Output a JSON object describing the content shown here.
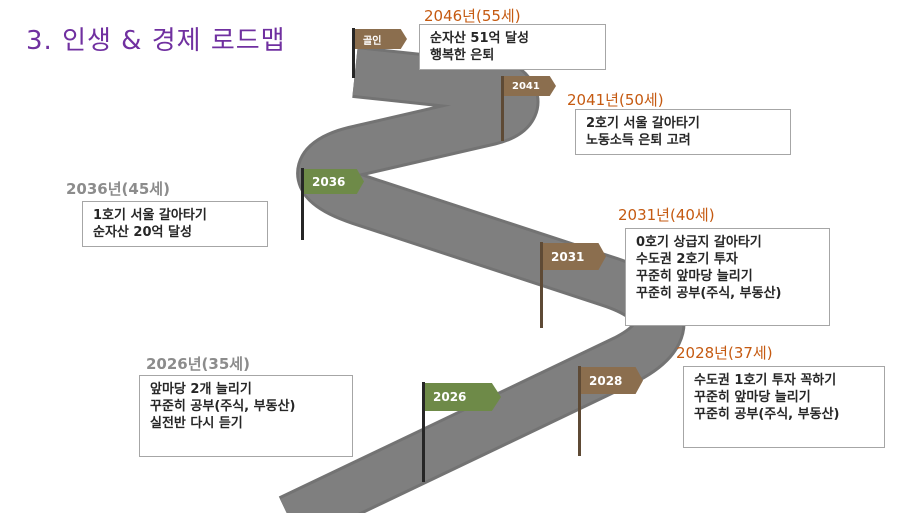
{
  "title": "3. 인생 & 경제 로드맵",
  "colors": {
    "road": "#737373",
    "accent_title": "#7030a0",
    "year_orange": "#c55a11",
    "year_gray": "#8c8c8c",
    "flag_brown": "#8b6e4e",
    "flag_green": "#6e8a48"
  },
  "milestones": [
    {
      "flag": "골인",
      "year": "2046년(55세)",
      "lines": [
        "순자산 51억 달성",
        "행복한 은퇴"
      ]
    },
    {
      "flag": "2041",
      "year": "2041년(50세)",
      "lines": [
        "2호기 서울 갈아타기",
        "노동소득 은퇴 고려"
      ]
    },
    {
      "flag": "2036",
      "year": "2036년(45세)",
      "lines": [
        "1호기 서울 갈아타기",
        "순자산 20억 달성"
      ]
    },
    {
      "flag": "2031",
      "year": "2031년(40세)",
      "lines": [
        "0호기 상급지 갈아타기",
        "수도권 2호기 투자",
        "꾸준히 앞마당 늘리기",
        "꾸준히 공부(주식, 부동산)"
      ]
    },
    {
      "flag": "2028",
      "year": "2028년(37세)",
      "lines": [
        "수도권 1호기 투자 꼭하기",
        "꾸준히 앞마당 늘리기",
        "꾸준히 공부(주식, 부동산)"
      ]
    },
    {
      "flag": "2026",
      "year": "2026년(35세)",
      "lines": [
        "앞마당 2개 늘리기",
        "꾸준히 공부(주식, 부동산)",
        "실전반 다시 듣기"
      ]
    }
  ]
}
